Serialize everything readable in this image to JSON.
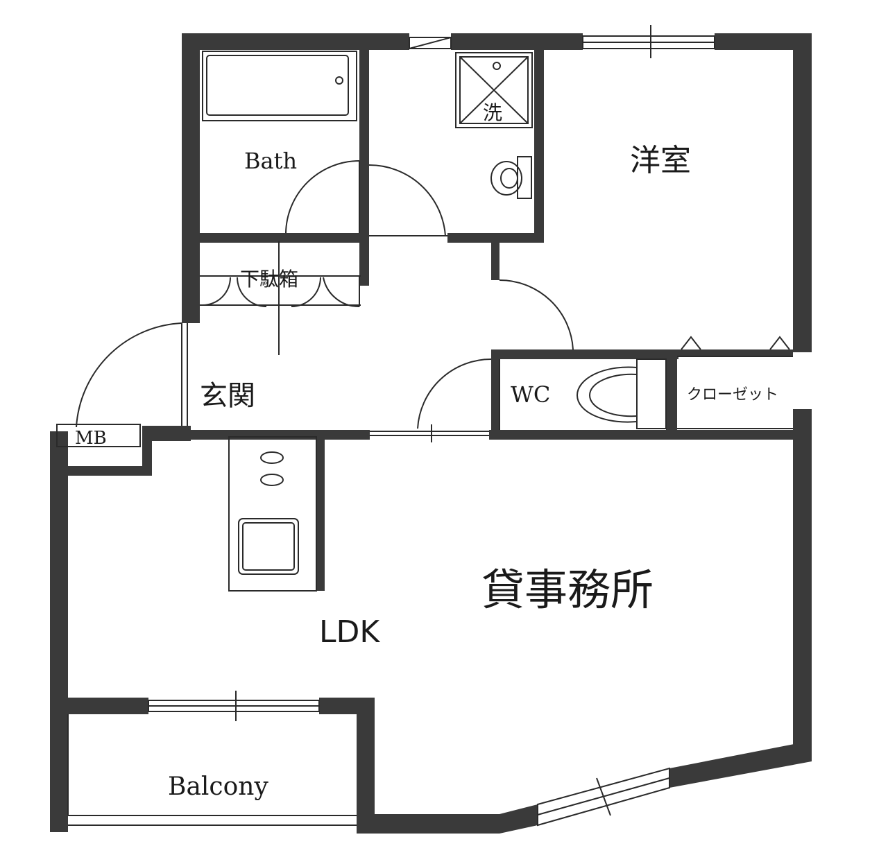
{
  "floor_plan": {
    "rooms": {
      "bath": "Bath",
      "western_room": "洋室",
      "shoe_cabinet": "下駄箱",
      "entrance": "玄関",
      "wc": "WC",
      "closet": "クローゼット",
      "meter_box": "MB",
      "ldk": "LDK",
      "balcony": "Balcony"
    },
    "washer_mark": "洗",
    "listing_label": "貸事務所"
  },
  "colors": {
    "wall": "#3a3a3a",
    "line": "#2a2a2a",
    "background": "#ffffff"
  }
}
